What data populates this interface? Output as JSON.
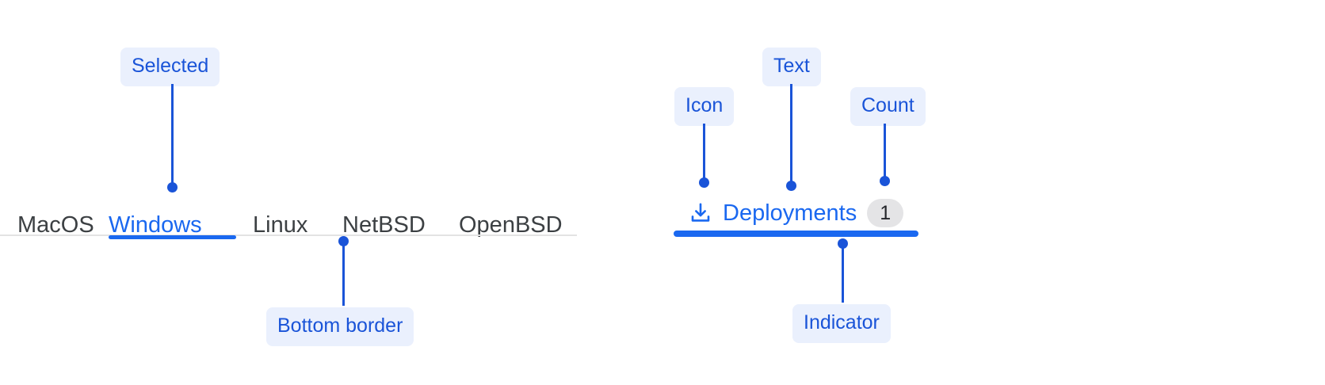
{
  "annotations": {
    "selected": {
      "label": "Selected"
    },
    "bottom_border": {
      "label": "Bottom border"
    },
    "icon": {
      "label": "Icon"
    },
    "text": {
      "label": "Text"
    },
    "count": {
      "label": "Count"
    },
    "indicator": {
      "label": "Indicator"
    }
  },
  "left_tabs": {
    "items": [
      {
        "label": "MacOS",
        "selected": false
      },
      {
        "label": "Windows",
        "selected": true
      },
      {
        "label": "Linux",
        "selected": false
      },
      {
        "label": "NetBSD",
        "selected": false
      },
      {
        "label": "OpenBSD",
        "selected": false
      }
    ]
  },
  "right_tab": {
    "icon": "download-icon",
    "label": "Deployments",
    "count": "1"
  },
  "colors": {
    "accent": "#1a68f0",
    "annotation_text": "#1a54d8",
    "annotation_background": "#eaf0fd",
    "tab_text": "#3c4043",
    "separator": "#e3e3e3",
    "badge_background": "#e4e4e6",
    "badge_text": "#24262b"
  }
}
